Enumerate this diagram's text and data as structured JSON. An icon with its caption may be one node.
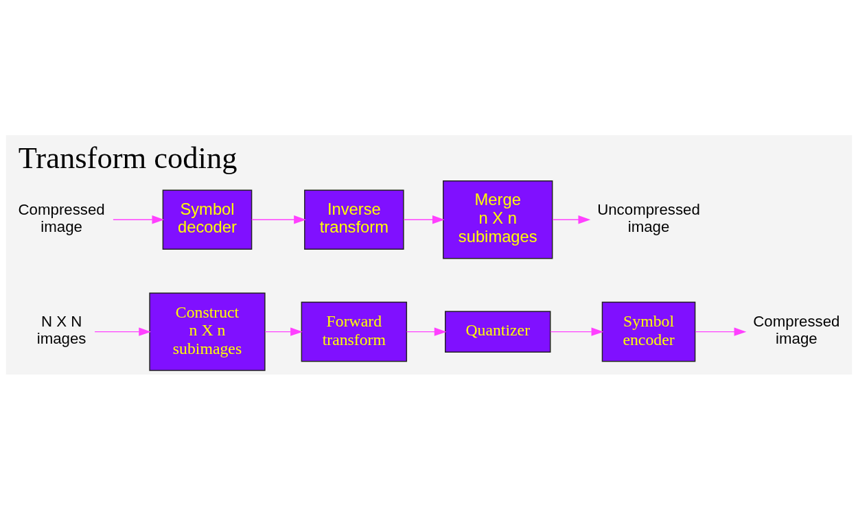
{
  "diagram": {
    "title": "Transform coding",
    "nodes": [
      {
        "text": [
          "Construct n X n subimages"
        ]
      },
      {
        "text": [
          "Forward transform"
        ]
      },
      {
        "text": [
          "Quantizer"
        ]
      },
      {
        "text": [
          "Symbol encoder"
        ]
      },
      {
        "text": [
          "N X N images"
        ]
      },
      {
        "text": [
          "Compressed image"
        ]
      },
      {
        "text": [
          "Compressed image"
        ]
      },
      {
        "text": [
          "Symbol decoder"
        ]
      },
      {
        "text": [
          "Inverse transform"
        ]
      },
      {
        "text": [
          "Merge n X n subimages"
        ]
      },
      {
        "text": [
          "Uncompressed image"
        ]
      }
    ],
    "edges": [
      {
        "from": 4,
        "to": 0,
        "arrow": "to"
      },
      {
        "from": 0,
        "to": 1,
        "arrow": "to"
      },
      {
        "from": 1,
        "to": 2,
        "arrow": "to"
      },
      {
        "from": 2,
        "to": 3,
        "arrow": "to"
      },
      {
        "from": 3,
        "to": 5,
        "arrow": "to"
      },
      {
        "from": 6,
        "to": 7,
        "arrow": "to"
      },
      {
        "from": 7,
        "to": 8,
        "arrow": "to"
      },
      {
        "from": 8,
        "to": 9,
        "arrow": "to"
      },
      {
        "from": 9,
        "to": 10,
        "arrow": "to"
      }
    ]
  }
}
